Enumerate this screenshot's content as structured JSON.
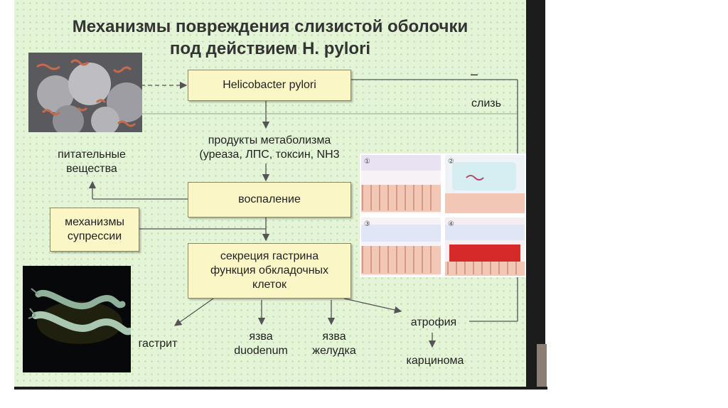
{
  "title": {
    "line1": "Механизмы повреждения слизистой оболочки",
    "line2": "под действием H. pylori"
  },
  "nodes": {
    "hp": "Helicobacter pylori",
    "metab1": "продукты метаболизма",
    "metab2": "(уреаза, ЛПС, токсин, NH3",
    "inflam": "воспаление",
    "supp1": "механизмы",
    "supp2": "супрессии",
    "nutr1": "питательные",
    "nutr2": "вещества",
    "gast1": "секреция гастрина",
    "gast2": "функция обкладочных",
    "gast3": "клеток",
    "mucus": "слизь",
    "minus": "–",
    "gastritis": "гастрит",
    "ulcer_duo1": "язва",
    "ulcer_duo2": "duodenum",
    "ulcer_st1": "язва",
    "ulcer_st2": "желудка",
    "atrophy": "атрофия",
    "carcinoma": "карцинома"
  },
  "panel_numbers": [
    "①",
    "②",
    "③",
    "④"
  ],
  "colors": {
    "background": "#e4f4d6",
    "box_fill": "#fbf6c6",
    "arrow": "#555555",
    "title": "#333333"
  }
}
